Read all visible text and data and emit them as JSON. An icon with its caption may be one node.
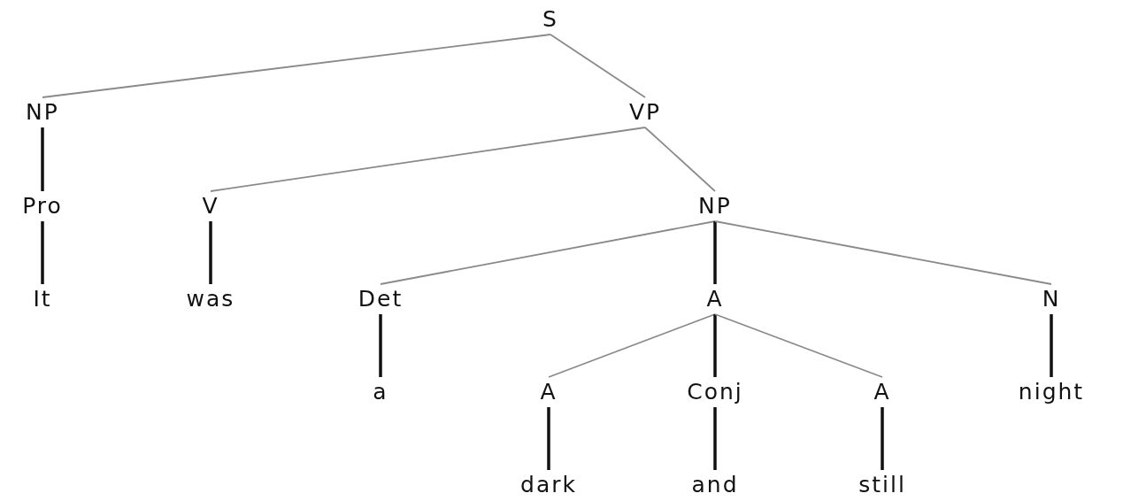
{
  "diagram": {
    "nodes": [
      {
        "text": [
          "S"
        ]
      },
      {
        "text": [
          "NP"
        ]
      },
      {
        "text": [
          "VP"
        ]
      },
      {
        "text": [
          "Pro"
        ]
      },
      {
        "text": [
          "V"
        ]
      },
      {
        "text": [
          "NP"
        ]
      },
      {
        "text": [
          "It"
        ]
      },
      {
        "text": [
          "was"
        ]
      },
      {
        "text": [
          "Det"
        ]
      },
      {
        "text": [
          "A"
        ]
      },
      {
        "text": [
          "N"
        ]
      },
      {
        "text": [
          "a"
        ]
      },
      {
        "text": [
          "A"
        ]
      },
      {
        "text": [
          "Conj"
        ]
      },
      {
        "text": [
          "A"
        ]
      },
      {
        "text": [
          "night"
        ]
      },
      {
        "text": [
          "dark"
        ]
      },
      {
        "text": [
          "and"
        ]
      },
      {
        "text": [
          "still"
        ]
      }
    ],
    "edges": [
      {
        "from": 0,
        "to": 1,
        "arrow": "none",
        "color": "#8a8a8a"
      },
      {
        "from": 0,
        "to": 2,
        "arrow": "none",
        "color": "#8a8a8a"
      },
      {
        "from": 1,
        "to": 3,
        "arrow": "none"
      },
      {
        "from": 2,
        "to": 4,
        "arrow": "none",
        "color": "#8a8a8a"
      },
      {
        "from": 2,
        "to": 5,
        "arrow": "none",
        "color": "#8a8a8a"
      },
      {
        "from": 3,
        "to": 6,
        "arrow": "none"
      },
      {
        "from": 4,
        "to": 7,
        "arrow": "none"
      },
      {
        "from": 5,
        "to": 8,
        "arrow": "none",
        "color": "#8a8a8a"
      },
      {
        "from": 5,
        "to": 9,
        "arrow": "none"
      },
      {
        "from": 5,
        "to": 10,
        "arrow": "none",
        "color": "#8a8a8a"
      },
      {
        "from": 8,
        "to": 11,
        "arrow": "none"
      },
      {
        "from": 9,
        "to": 12,
        "arrow": "none",
        "color": "#8a8a8a"
      },
      {
        "from": 9,
        "to": 13,
        "arrow": "none"
      },
      {
        "from": 9,
        "to": 14,
        "arrow": "none",
        "color": "#8a8a8a"
      },
      {
        "from": 10,
        "to": 15,
        "arrow": "none"
      },
      {
        "from": 12,
        "to": 16,
        "arrow": "none"
      },
      {
        "from": 13,
        "to": 17,
        "arrow": "none"
      },
      {
        "from": 14,
        "to": 18,
        "arrow": "none"
      }
    ]
  }
}
